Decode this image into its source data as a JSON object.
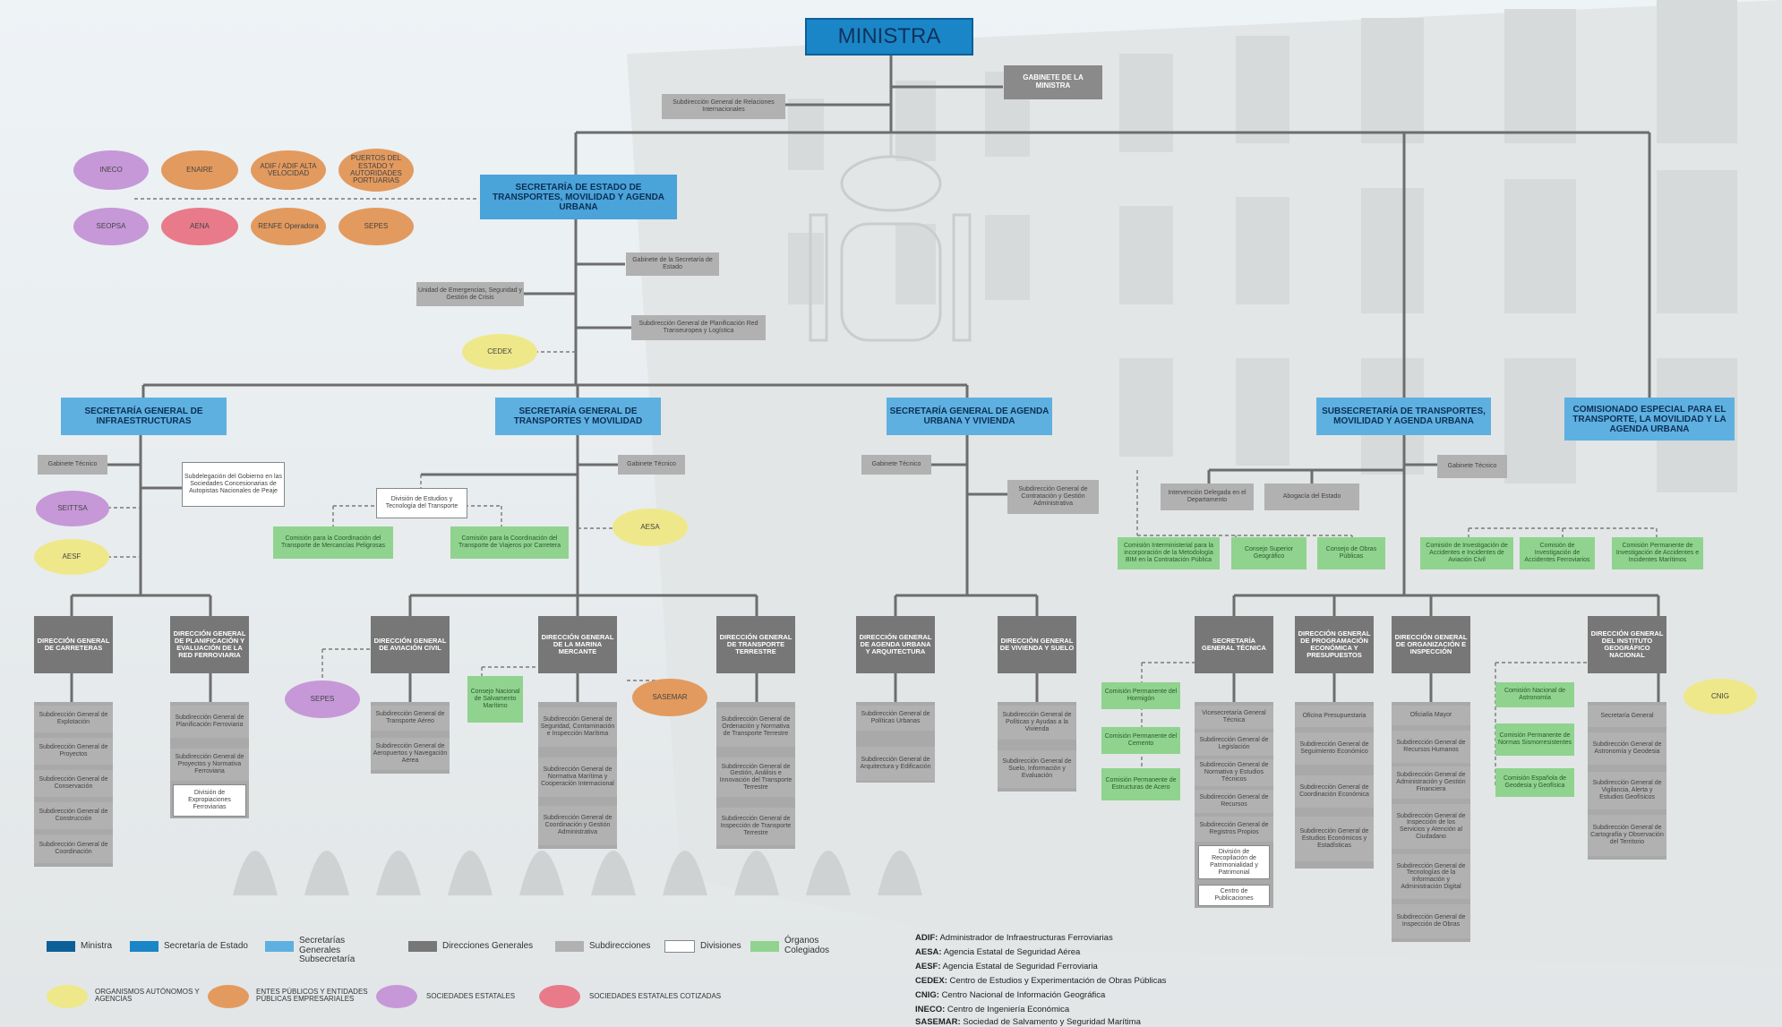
{
  "chart_title": "MINISTRA",
  "top": {
    "ministra": "MINISTRA",
    "gabinete": "GABINETE DE LA MINISTRA",
    "sg_relaciones": "Subdirección General de Relaciones Internacionales"
  },
  "seteste": {
    "title": "SECRETARÍA DE ESTADO DE TRANSPORTES, MOVILIDAD Y AGENDA URBANA",
    "gabinete": "Gabinete de la Secretaría de Estado",
    "unidad": "Unidad de Emergencias, Seguridad y Gestión de Crisis",
    "planificacion": "Subdirección General de Planificación Red Transeuropea y Logística",
    "cedex": "CEDEX",
    "entities": [
      "INECO",
      "ENAIRE",
      "ADIF / ADIF ALTA VELOCIDAD",
      "PUERTOS DEL ESTADO Y AUTORIDADES PORTUARIAS",
      "SEOPSA",
      "AENA",
      "RENFE Operadora",
      "SEPES"
    ]
  },
  "sg_infra": {
    "title": "SECRETARÍA GENERAL DE INFRAESTRUCTURAS",
    "gabinete": "Gabinete Técnico",
    "delegacion": "Subdelegación del Gobierno en las Sociedades Concesionarias de Autopistas Nacionales de Peaje",
    "sestisa": "SEITTSA",
    "aesf": "AESF",
    "dg_carreteras": "DIRECCIÓN GENERAL DE CARRETERAS",
    "dg_planificacion": "DIRECCIÓN GENERAL DE PLANIFICACIÓN Y EVALUACIÓN DE LA RED FERROVIARIA",
    "carreteras_subs": [
      "Subdirección General de Explotación",
      "Subdirección General de Proyectos",
      "Subdirección General de Conservación",
      "Subdirección General de Construcción",
      "Subdirección General de Coordinación"
    ],
    "planificacion_subs": [
      "Subdirección General de Planificación Ferroviaria",
      "Subdirección General de Proyectos y Normativa Ferroviaria"
    ],
    "planificacion_div": "División de Expropiaciones Ferroviarias"
  },
  "sg_transportes": {
    "title": "SECRETARÍA GENERAL DE TRANSPORTES Y MOVILIDAD",
    "gabinete": "Gabinete Técnico",
    "division": "División de Estudios y Tecnología del Transporte",
    "comision1": "Comisión para la Coordinación del Transporte de Mercancías Peligrosas",
    "comision2": "Comisión para la Coordinación del Transporte de Viajeros por Carretera",
    "aesa": "AESA",
    "sepes2": "SEPES",
    "sasemar": "SASEMAR",
    "consejo": "Consejo Nacional de Salvamento Marítimo",
    "dg_aviacion": "DIRECCIÓN GENERAL DE AVIACIÓN CIVIL",
    "dg_marina": "DIRECCIÓN GENERAL DE LA MARINA MERCANTE",
    "dg_terrestre": "DIRECCIÓN GENERAL DE TRANSPORTE TERRESTRE",
    "aviacion_subs": [
      "Subdirección General de Transporte Aéreo",
      "Subdirección General de Aeropuertos y Navegación Aérea"
    ],
    "marina_subs": [
      "Subdirección General de Seguridad, Contaminación e Inspección Marítima",
      "Subdirección General de Normativa Marítima y Cooperación Internacional",
      "Subdirección General de Coordinación y Gestión Administrativa"
    ],
    "terrestre_subs": [
      "Subdirección General de Ordenación y Normativa de Transporte Terrestre",
      "Subdirección General de Gestión, Análisis e Innovación del Transporte Terrestre",
      "Subdirección General de Inspección de Transporte Terrestre"
    ]
  },
  "sg_agenda": {
    "title": "SECRETARÍA GENERAL DE AGENDA URBANA Y VIVIENDA",
    "gabinete": "Gabinete Técnico",
    "sg_contratacion": "Subdirección General de Contratación y Gestión Administrativa",
    "dg_agenda": "DIRECCIÓN GENERAL DE AGENDA URBANA Y ARQUITECTURA",
    "dg_vivienda": "DIRECCIÓN GENERAL DE VIVIENDA Y SUELO",
    "agenda_subs": [
      "Subdirección General de Políticas Urbanas",
      "Subdirección General de Arquitectura y Edificación"
    ],
    "vivienda_subs": [
      "Subdirección General de Políticas y Ayudas a la Vivienda",
      "Subdirección General de Suelo, Información y Evaluación"
    ]
  },
  "subsecretaria": {
    "title": "SUBSECRETARÍA DE TRANSPORTES, MOVILIDAD Y AGENDA URBANA",
    "gabinete": "Gabinete Técnico",
    "intervencion": "Intervención Delegada en el Departamento",
    "abogacia": "Abogacía del Estado",
    "organos": [
      "Comisión Interministerial para la incorporación de la Metodología BIM en la Contratación Pública",
      "Consejo Superior Geográfico",
      "Consejo de Obras Públicas",
      "Comisión de Investigación de Accidentes e Incidentes de Aviación Civil",
      "Comisión de Investigación de Accidentes Ferroviarios",
      "Comisión Permanente de Investigación de Accidentes e Incidentes Marítimos"
    ],
    "dg_sgt": "SECRETARÍA GENERAL TÉCNICA",
    "dg_programacion": "DIRECCIÓN GENERAL DE PROGRAMACIÓN ECONÓMICA Y PRESUPUESTOS",
    "dg_organizacion": "DIRECCIÓN GENERAL DE ORGANIZACIÓN E INSPECCIÓN",
    "dg_ign": "DIRECCIÓN GENERAL DEL INSTITUTO GEOGRÁFICO NACIONAL",
    "sgt_organos": [
      "Comisión Permanente del Hormigón",
      "Comisión Permanente del Cemento",
      "Comisión Permanente de Estructuras de Acero"
    ],
    "sgt_subs": [
      "Vicesecretaría General Técnica",
      "Subdirección General de Legislación",
      "Subdirección General de Normativa y Estudios Técnicos",
      "Subdirección General de Recursos",
      "Subdirección General de Registros Propios"
    ],
    "sgt_divs": [
      "División de Recopilación de Patrimonialidad y Patrimonial",
      "Centro de Publicaciones"
    ],
    "prog_subs": [
      "Oficina Presupuestaria",
      "Subdirección General de Seguimiento Económico",
      "Subdirección General de Coordinación Económica",
      "Subdirección General de Estudios Económicos y Estadísticas"
    ],
    "org_subs": [
      "Oficialía Mayor",
      "Subdirección General de Recursos Humanos",
      "Subdirección General de Administración y Gestión Financiera",
      "Subdirección General de Inspección de los Servicios y Atención al Ciudadano",
      "Subdirección General de Tecnologías de la Información y Administración Digital",
      "Subdirección General de Inspección de Obras"
    ],
    "ign_organos": [
      "Comisión Nacional de Astronomía",
      "Comisión Permanente de Normas Sismorresistentes",
      "Comisión Española de Geodesia y Geofísica"
    ],
    "ign_subs": [
      "Secretaría General",
      "Subdirección General de Astronomía y Geodesia",
      "Subdirección General de Vigilancia, Alerta y Estudios Geofísicos",
      "Subdirección General de Cartografía y Observación del Territorio"
    ],
    "cnig": "CNIG"
  },
  "comisionado": {
    "title": "COMISIONADO ESPECIAL PARA EL TRANSPORTE, LA MOVILIDAD Y LA AGENDA URBANA"
  },
  "legend": {
    "ministra": "Ministra",
    "sec_estado": "Secretaría de Estado",
    "sec_generales": "Secretarías Generales Subsecretaría",
    "direcciones": "Direcciones Generales",
    "subdirecciones": "Subdirecciones",
    "divisiones": "Divisiones",
    "organos": "Órganos Colegiados",
    "org_autonomos": "ORGANISMOS AUTÓNOMOS Y AGENCIAS",
    "entes": "ENTES PÚBLICOS Y ENTIDADES PÚBLICAS EMPRESARIALES",
    "soc_estatales": "SOCIEDADES ESTATALES",
    "soc_cotizadas": "SOCIEDADES ESTATALES COTIZADAS",
    "colors": {
      "ministra": "#0d5f98",
      "sec_estado": "#1a86c7",
      "sec_generales": "#5eb0e0",
      "direcciones": "#777777",
      "subdirecciones": "#b1b1b1",
      "divisiones": "#ffffff",
      "organos": "#8fd38f",
      "yellow": "#eee88a",
      "orange": "#e39a5e",
      "purple": "#c698d8",
      "pink": "#e87a8a"
    }
  },
  "abbreviations": [
    {
      "k": "ADIF:",
      "v": "Administrador de Infraestructuras Ferroviarias"
    },
    {
      "k": "AESA:",
      "v": "Agencia Estatal de Seguridad Aérea"
    },
    {
      "k": "AESF:",
      "v": "Agencia Estatal de Seguridad Ferroviaria"
    },
    {
      "k": "CEDEX:",
      "v": "Centro de Estudios y Experimentación de Obras Públicas"
    },
    {
      "k": "CNIG:",
      "v": "Centro Nacional de Información Geográfica"
    },
    {
      "k": "INECO:",
      "v": "Centro de Ingeniería Económica"
    },
    {
      "k": "SASEMAR:",
      "v": "Sociedad de Salvamento y Seguridad Marítima"
    }
  ]
}
